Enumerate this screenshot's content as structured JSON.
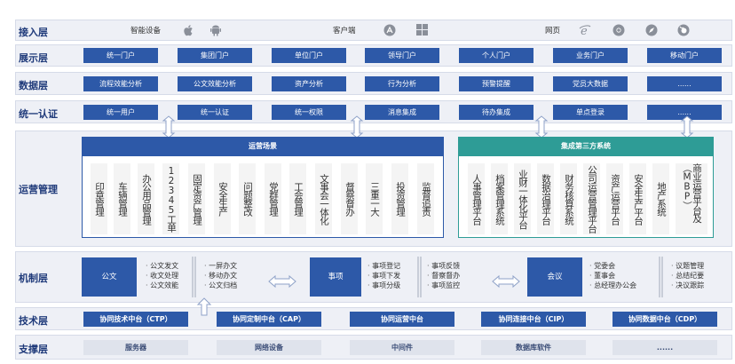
{
  "layers": {
    "access": "接入层",
    "display": "展示层",
    "data": "数据层",
    "auth": "统一认证",
    "ops": "运营管理",
    "mech": "机制层",
    "tech": "技术层",
    "support": "支撑层"
  },
  "access": {
    "smart": "智能设备",
    "client": "客户端",
    "web": "网页"
  },
  "display": [
    "统一门户",
    "集团门户",
    "单位门户",
    "领导门户",
    "个人门户",
    "业务门户",
    "移动门户"
  ],
  "data_row": [
    "流程效能分析",
    "公文效能分析",
    "资产分析",
    "行为分析",
    "预警提醒",
    "党员大数据",
    "......"
  ],
  "auth_row": [
    "统一用户",
    "统一认证",
    "统一权限",
    "消息集成",
    "待办集成",
    "单点登录",
    "......"
  ],
  "ops": {
    "scene_title": "运营场景",
    "scene_items": [
      "印章管理",
      "车辆管理",
      "办公用品管理",
      "12345工单",
      "固定资产管理",
      "安全生产",
      "问题整改",
      "党群管理",
      "工会管理",
      "文事会一体化",
      "督察督办",
      "三重一大",
      "投资管理",
      "监督追责"
    ],
    "third_title": "集成第三方系统",
    "third_items": [
      "人事管理平台",
      "档案管理系统",
      "业财一体化平台",
      "数据治理平台",
      "财务核算系统",
      "公司运营管理平台",
      "资产运营平台",
      "安全生产平台",
      "地产系统",
      "商业运营平台及（MBP）"
    ]
  },
  "mech": {
    "doc": "公文",
    "doc_list1": [
      "公文发文",
      "收文处理",
      "公文效能"
    ],
    "doc_list2": [
      "一屏办文",
      "移动办文",
      "公文归档"
    ],
    "item": "事项",
    "item_list1": [
      "事项登记",
      "事项下发",
      "事项分级"
    ],
    "item_list2": [
      "事项反馈",
      "督察督办",
      "事项监控"
    ],
    "meeting": "会议",
    "meeting_list1": [
      "党委会",
      "董事会",
      "总经理办公会"
    ],
    "meeting_list2": [
      "议题管理",
      "总结纪要",
      "决议跟踪"
    ]
  },
  "tech_row": [
    "协同技术中台（CTP）",
    "协同定制中台（CAP）",
    "协同运营中台",
    "协同连接中台（CIP）",
    "协同数据中台（CDP）"
  ],
  "support_row": [
    "服务器",
    "网络设备",
    "中间件",
    "数据库软件",
    "......"
  ]
}
